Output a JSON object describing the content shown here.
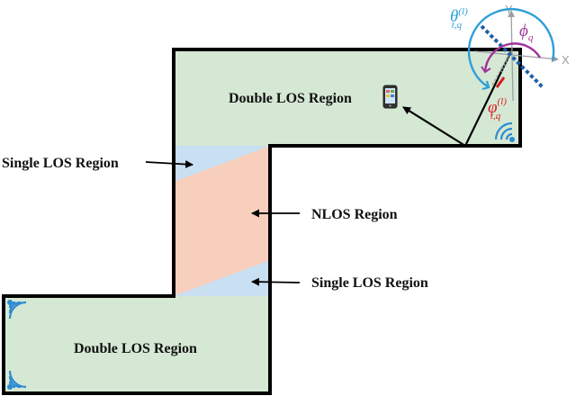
{
  "regions": {
    "double_los_top": "Double LOS Region",
    "single_los_left": "Single LOS Region",
    "nlos": "NLOS Region",
    "single_los_right": "Single LOS Region",
    "double_los_bottom": "Double LOS Region"
  },
  "axes": {
    "x": "X",
    "y": "Y"
  },
  "angles": {
    "theta": {
      "base": "θ",
      "sup": "(l)",
      "sub": "t,q"
    },
    "phi": {
      "base": "ϕ",
      "sub": "q"
    },
    "varphi": {
      "base": "φ",
      "sup": "(l)",
      "sub": "t,q"
    }
  },
  "colors": {
    "los": "#d5e8d4",
    "single_los": "#c9dff2",
    "nlos": "#f8cfbd",
    "wall": "#000000",
    "antenna": "#2e8bd0",
    "theta_arc": "#2e9fd8",
    "phi_arc": "#a0339a",
    "varphi": "#d61f1f",
    "array_line": "#1f5fa8"
  },
  "icons": [
    "wifi-antenna-icon",
    "smartphone-icon"
  ]
}
